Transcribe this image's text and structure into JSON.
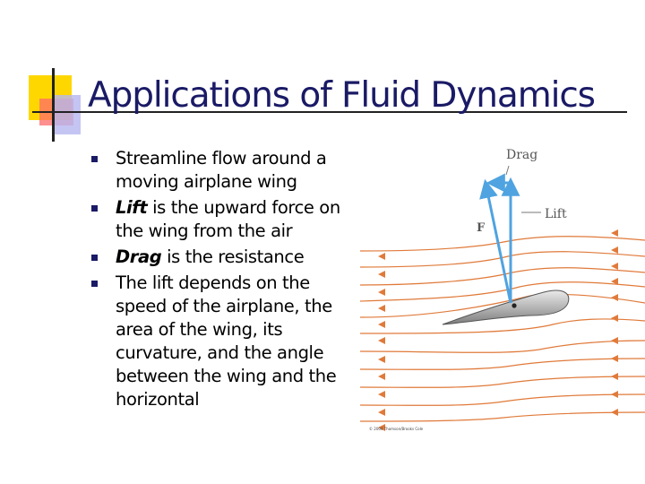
{
  "slide": {
    "title": "Applications of Fluid Dynamics",
    "bullets": [
      {
        "text": "Streamline flow around a moving airplane wing"
      },
      {
        "term": "Lift",
        "text": " is the upward force on the wing from the air"
      },
      {
        "term": "Drag",
        "text": " is the resistance"
      },
      {
        "text": "The lift depends on the speed of the airplane, the area of the wing, its curvature, and the angle between the wing and the horizontal"
      }
    ]
  },
  "figure": {
    "labels": {
      "drag": "Drag",
      "lift": "Lift",
      "force": "F"
    },
    "credit": "© 2004 Thomson/Brooks Cole",
    "colors": {
      "streamline": "#e07a3a",
      "vector": "#4fa3e0",
      "wing": "#9a9a9a"
    }
  }
}
